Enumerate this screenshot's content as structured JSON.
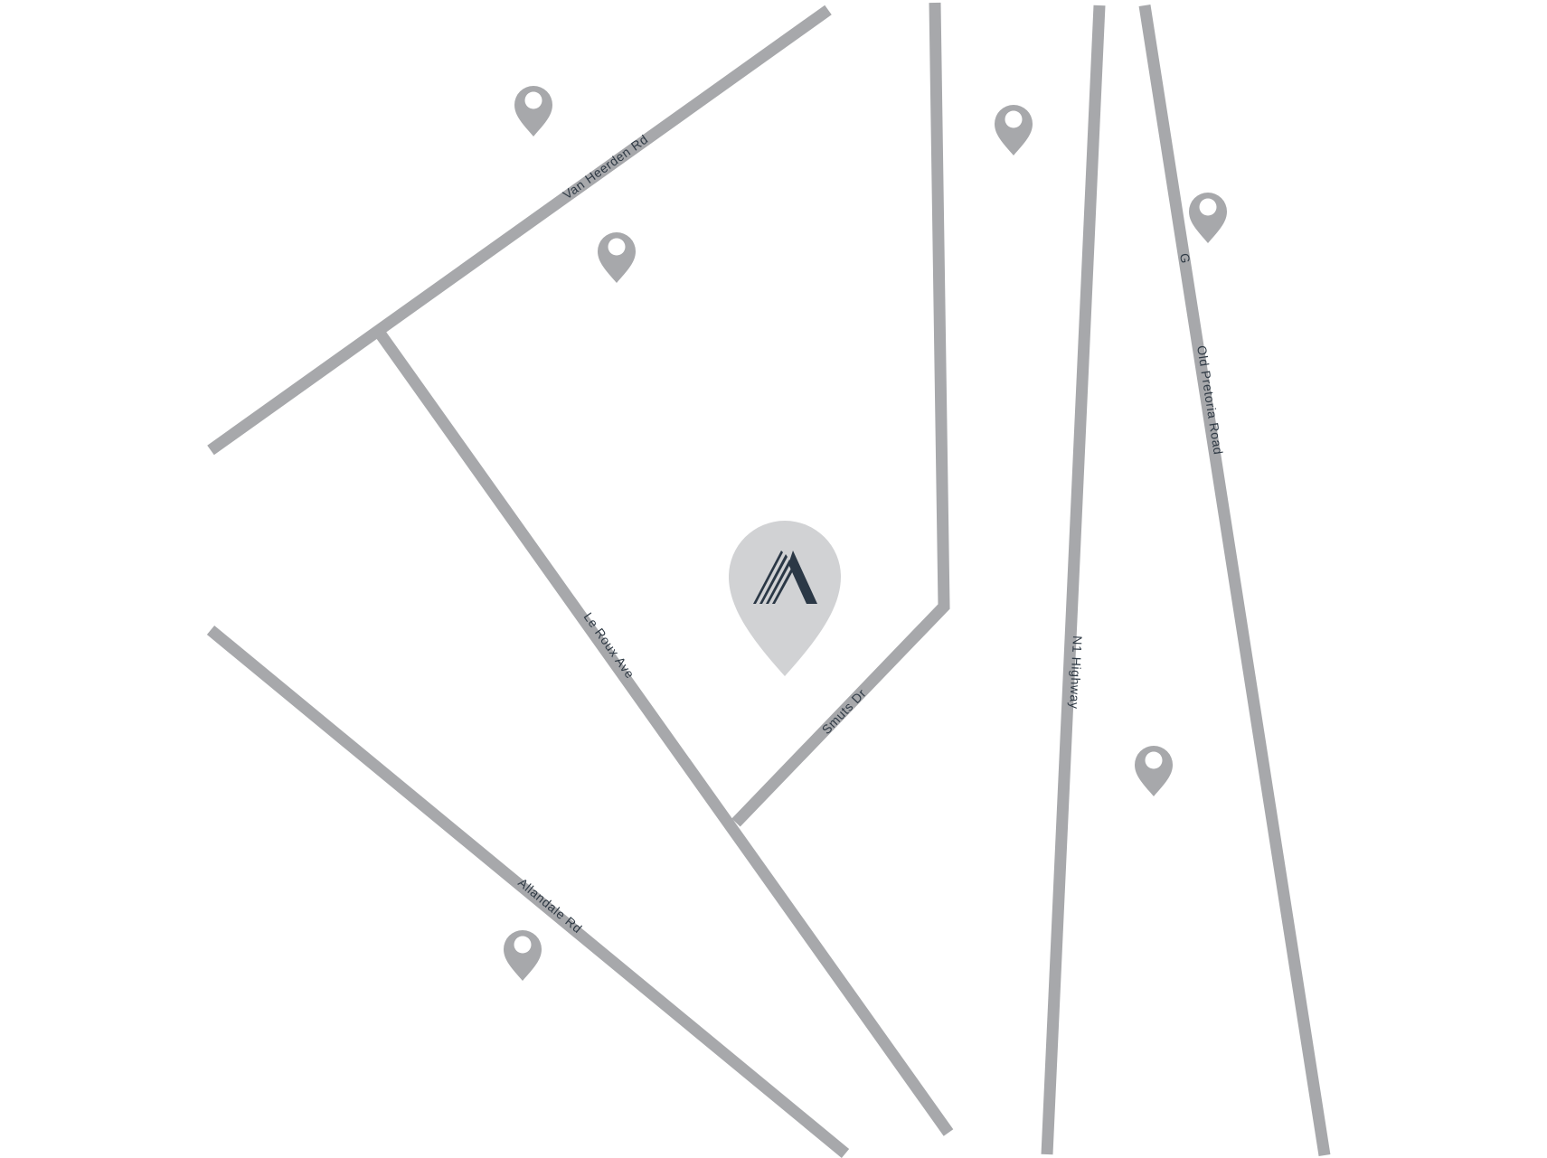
{
  "colors": {
    "road": "#a7a8ab",
    "label": "#2f3a45",
    "pin": "#a7a8ab",
    "main_pin": "#d1d2d4",
    "brand": "#2b3846",
    "background": "#ffffff"
  },
  "roads": {
    "van_heerden": "Van Heerden Rd",
    "le_roux": "Le Roux Ave",
    "smuts": "Smuts Dr",
    "allandale": "Allandale Rd",
    "n1": "N1 Highway",
    "old_pretoria": "Old Pretoria Road",
    "old_pretoria_fragment": "G"
  },
  "markers": {
    "count": 7,
    "icon": "map-pin-icon",
    "main_icon": "brand-logo-pin-icon"
  }
}
